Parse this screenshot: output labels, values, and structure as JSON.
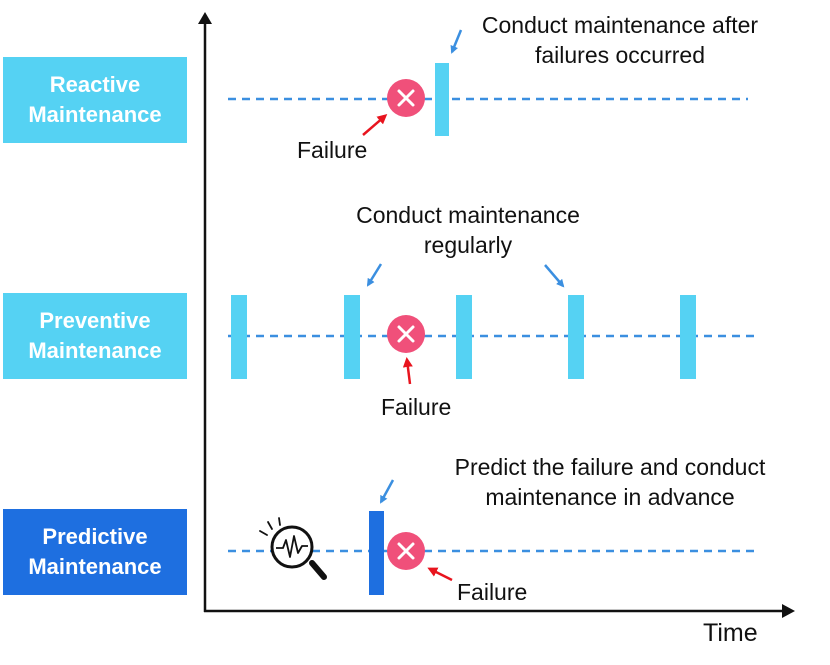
{
  "colors": {
    "light_box": "#55D2F3",
    "dark_box": "#1E6FE0",
    "dash": "#3B8FE0",
    "failure_fill": "#F0507A",
    "arrow_blue": "#3B8FE0",
    "arrow_red": "#E8141E",
    "axis": "#111111"
  },
  "rows": {
    "reactive": {
      "label_line1": "Reactive",
      "label_line2": "Maintenance",
      "note_line1": "Conduct maintenance after",
      "note_line2": "failures occurred",
      "failure_label": "Failure"
    },
    "preventive": {
      "label_line1": "Preventive",
      "label_line2": "Maintenance",
      "note_line1": "Conduct maintenance",
      "note_line2": "regularly",
      "failure_label": "Failure"
    },
    "predictive": {
      "label_line1": "Predictive",
      "label_line2": "Maintenance",
      "note_line1": "Predict the failure and conduct",
      "note_line2": "maintenance in advance",
      "failure_label": "Failure"
    }
  },
  "axis": {
    "x_label": "Time"
  },
  "icons": {
    "failure": "x-circle-icon",
    "monitor": "magnifier-waveform-icon"
  }
}
